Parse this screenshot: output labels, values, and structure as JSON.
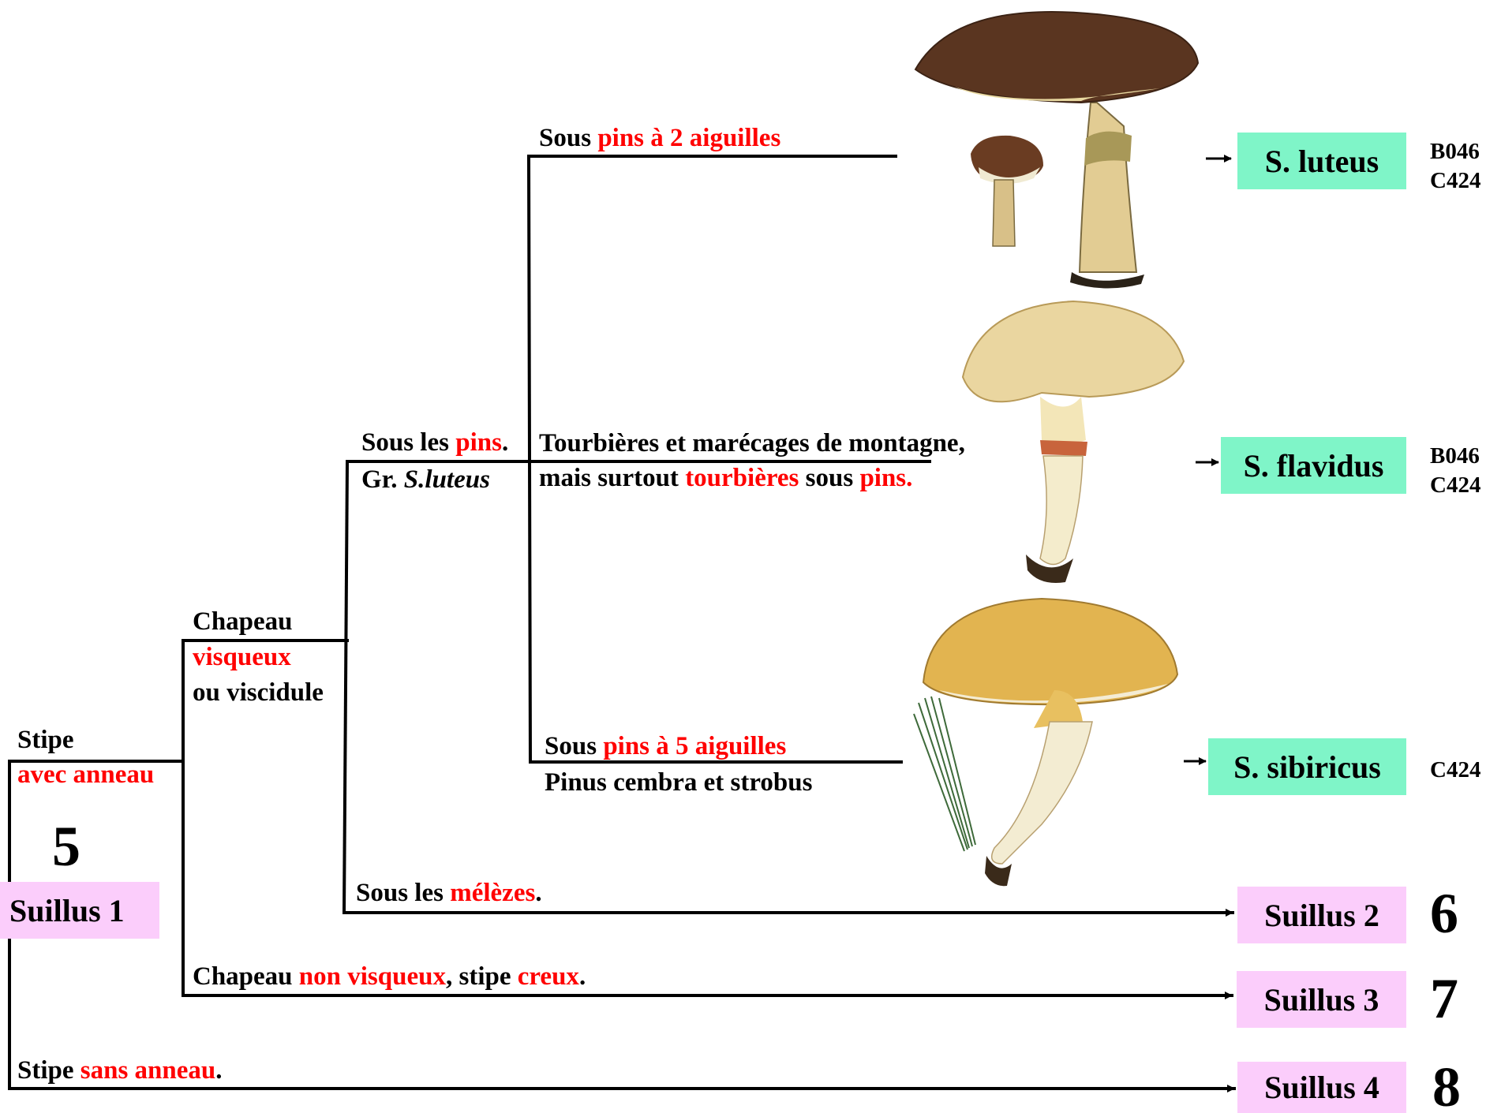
{
  "root": {
    "number": "5",
    "label": "Suillus 1"
  },
  "stipe_avec": {
    "line1": "Stipe",
    "line2": "avec anneau"
  },
  "chapeau_visqueux": {
    "line1": "Chapeau",
    "line2": "visqueux",
    "line3": "ou viscidule"
  },
  "sous_pins": {
    "pre": "Sous les ",
    "red": "pins",
    "post": ".",
    "gr_pre": "Gr. ",
    "gr_it": "S.luteus"
  },
  "branch_2_aiguilles": {
    "pre": "Sous ",
    "red": "pins à 2 aiguilles"
  },
  "branch_tourbieres": {
    "line1": "Tourbières et marécages de montagne,",
    "pre": "mais surtout ",
    "red1": "tourbières",
    "mid": " sous ",
    "red2": "pins."
  },
  "branch_5_aiguilles": {
    "pre": "Sous ",
    "red": "pins à 5 aiguilles",
    "line2": "Pinus cembra et strobus"
  },
  "branch_melezes": {
    "pre": "Sous les ",
    "red": "mélèzes",
    "post": "."
  },
  "branch_non_visqueux": {
    "pre": "Chapeau ",
    "red1": "non visqueux",
    "mid": ", stipe ",
    "red2": "creux",
    "post": "."
  },
  "branch_sans_anneau": {
    "pre": "Stipe ",
    "red": "sans anneau",
    "post": "."
  },
  "species": [
    {
      "name": "S. luteus",
      "refs": [
        "B046",
        "C424"
      ]
    },
    {
      "name": "S. flavidus",
      "refs": [
        "B046",
        "C424"
      ]
    },
    {
      "name": "S. sibiricus",
      "refs": [
        "C424"
      ]
    }
  ],
  "outcomes": [
    {
      "label": "Suillus 2",
      "number": "6"
    },
    {
      "label": "Suillus 3",
      "number": "7"
    },
    {
      "label": "Suillus 4",
      "number": "8"
    }
  ],
  "colors": {
    "teal_box": "#7ff5c8",
    "pink_box": "#fbcdfb",
    "highlight_text": "#ff0000"
  }
}
